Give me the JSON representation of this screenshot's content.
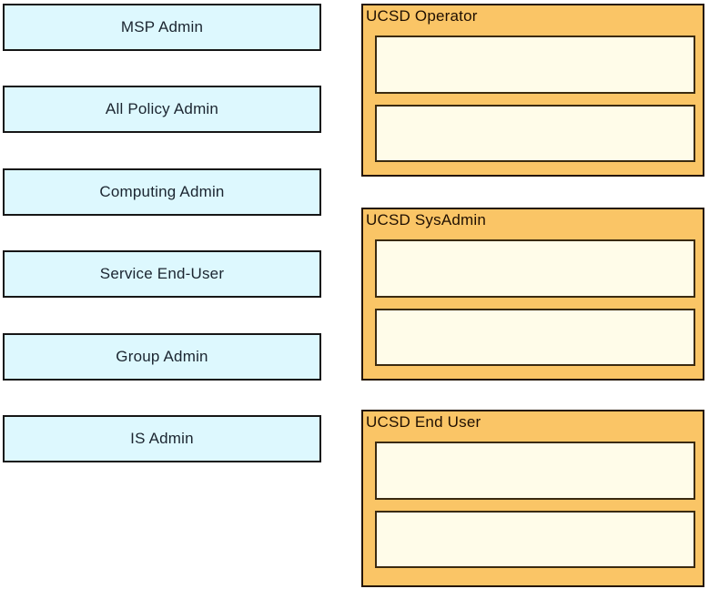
{
  "colors": {
    "background": "#ffffff",
    "source_fill": "#ddf8fe",
    "source_border": "#161616",
    "source_text": "#1b2530",
    "target_fill": "#fac566",
    "target_border": "#241505",
    "target_title_text": "#201002",
    "dropzone_fill": "#fffce9",
    "dropzone_border": "#3a2a10"
  },
  "sources": [
    {
      "label": "MSP Admin"
    },
    {
      "label": "All Policy Admin"
    },
    {
      "label": "Computing Admin"
    },
    {
      "label": "Service End-User"
    },
    {
      "label": "Group Admin"
    },
    {
      "label": "IS Admin"
    }
  ],
  "targets": [
    {
      "title": "UCSD Operator",
      "slots": [
        {
          "value": ""
        },
        {
          "value": ""
        }
      ]
    },
    {
      "title": "UCSD SysAdmin",
      "slots": [
        {
          "value": ""
        },
        {
          "value": ""
        }
      ]
    },
    {
      "title": "UCSD End User",
      "slots": [
        {
          "value": ""
        },
        {
          "value": ""
        }
      ]
    }
  ]
}
